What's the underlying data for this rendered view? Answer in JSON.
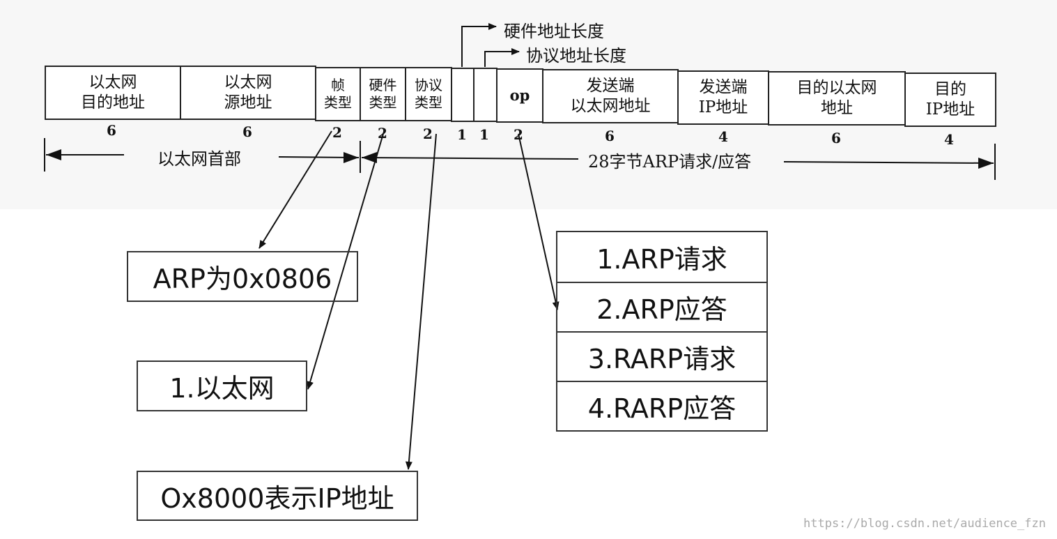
{
  "header_fields": [
    {
      "lines": [
        "以太网",
        "目的地址"
      ],
      "size": "6"
    },
    {
      "lines": [
        "以太网",
        "源地址"
      ],
      "size": "6"
    },
    {
      "lines": [
        "帧",
        "类型"
      ],
      "size": "2"
    },
    {
      "lines": [
        "硬件",
        "类型"
      ],
      "size": "2"
    },
    {
      "lines": [
        "协议",
        "类型"
      ],
      "size": "2"
    },
    {
      "lines": [
        ""
      ],
      "size": "1"
    },
    {
      "lines": [
        ""
      ],
      "size": "1"
    },
    {
      "lines": [
        "op"
      ],
      "size": "2"
    },
    {
      "lines": [
        "发送端",
        "以太网地址"
      ],
      "size": "6"
    },
    {
      "lines": [
        "发送端",
        "IP地址"
      ],
      "size": "4"
    },
    {
      "lines": [
        "目的以太网",
        "地址"
      ],
      "size": "6"
    },
    {
      "lines": [
        "目的",
        "IP地址"
      ],
      "size": "4"
    }
  ],
  "length_labels": {
    "hardware_addr_len": "硬件地址长度",
    "protocol_addr_len": "协议地址长度"
  },
  "spans": {
    "ethernet_header": "以太网首部",
    "arp_body": "28字节ARP请求/应答"
  },
  "notes": {
    "frame_type": "ARP为0x0806",
    "hardware_type": "1.以太网",
    "protocol_type": "Ox8000表示IP地址"
  },
  "op_values": [
    "1.ARP请求",
    "2.ARP应答",
    "3.RARP请求",
    "4.RARP应答"
  ],
  "watermark": "https://blog.csdn.net/audience_fzn"
}
